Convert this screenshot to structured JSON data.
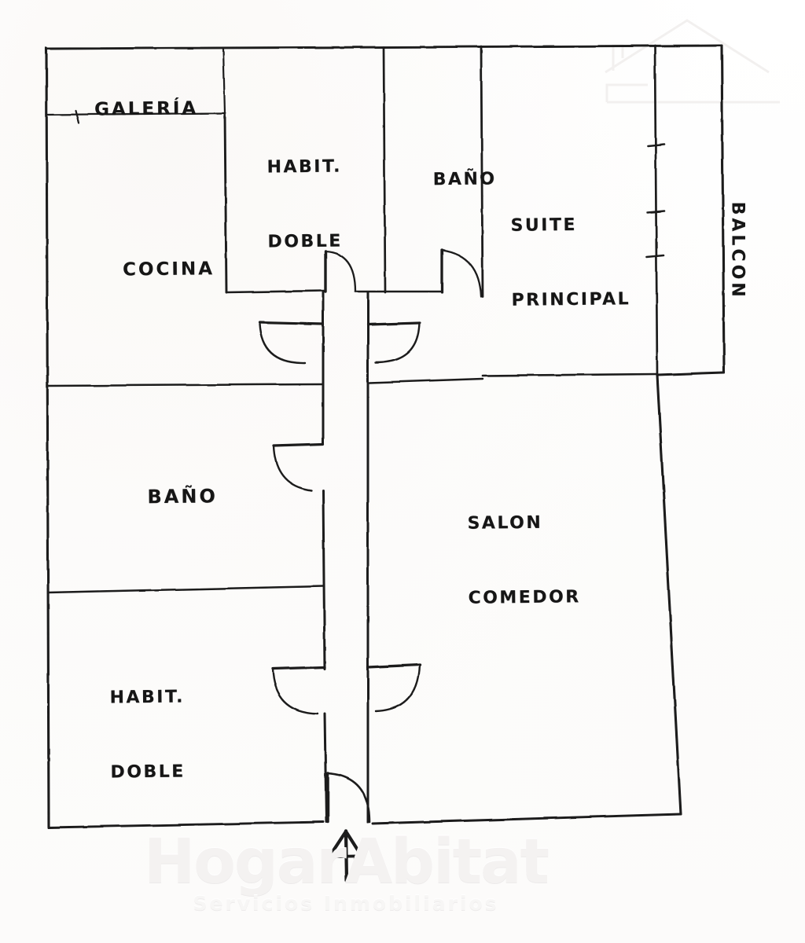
{
  "document": {
    "type": "hand-drawn-floor-plan",
    "ink_color": "#161616",
    "paper_color": "#fefefe"
  },
  "rooms": [
    {
      "id": "galeria",
      "label": "GALERÍA",
      "line1": "GALERÍA",
      "line2": ""
    },
    {
      "id": "cocina",
      "label": "COCINA",
      "line1": "COCINA",
      "line2": ""
    },
    {
      "id": "habit_doble_superior",
      "label": "HABIT. DOBLE",
      "line1": "HABIT.",
      "line2": "DOBLE"
    },
    {
      "id": "bano_superior",
      "label": "BAÑO",
      "line1": "BAÑO",
      "line2": ""
    },
    {
      "id": "suite_principal",
      "label": "SUITE PRINCIPAL",
      "line1": "SUITE",
      "line2": "PRINCIPAL"
    },
    {
      "id": "balcon",
      "label": "BALCON",
      "line1": "BALCON",
      "line2": ""
    },
    {
      "id": "bano_inferior",
      "label": "BAÑO",
      "line1": "BAÑO",
      "line2": ""
    },
    {
      "id": "habit_doble_inferior",
      "label": "HABIT. DOBLE",
      "line1": "HABIT.",
      "line2": "DOBLE"
    },
    {
      "id": "salon_comedor",
      "label": "SALON COMEDOR",
      "line1": "SALON",
      "line2": "COMEDOR"
    }
  ],
  "labels": {
    "galeria": "GALERÍA",
    "cocina": "COCINA",
    "habit_superior_l1": "HABIT.",
    "habit_superior_l2": "DOBLE",
    "bano_superior": "BAÑO",
    "suite_l1": "SUITE",
    "suite_l2": "PRINCIPAL",
    "balcon": "BALCON",
    "bano_inferior": "BAÑO",
    "habit_inferior_l1": "HABIT.",
    "habit_inferior_l2": "DOBLE",
    "salon_l1": "SALON",
    "salon_l2": "COMEDOR"
  },
  "annotations": {
    "entrance_marker": "up-arrow",
    "entrance_description": "Entrance arrow at bottom of central corridor pointing up into the hallway"
  },
  "watermark": {
    "title": "HogarAbitat",
    "subtitle": "Servicios Inmobiliarios",
    "logo": "house-roof-icon",
    "color": "#f4f2f1"
  }
}
